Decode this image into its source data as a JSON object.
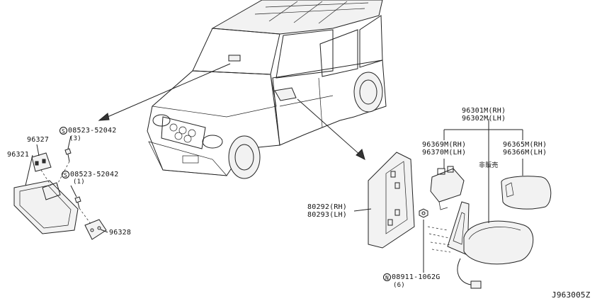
{
  "labels": {
    "mirror_inner_assy": "96321",
    "mirror_cover": "96327",
    "bolt_1_prefix": "S",
    "bolt_1_part": "08523-52042",
    "bolt_1_qty": "(3)",
    "bolt_2_prefix": "S",
    "bolt_2_part": "08523-52042",
    "bolt_2_qty": "(1)",
    "mirror_bracket": "96328",
    "outer_mirror_rh": "96301M(RH)",
    "outer_mirror_lh": "96302M(LH)",
    "actuator_rh": "96369M(RH)",
    "actuator_lh": "96370M(LH)",
    "glass_rh": "96365M(RH)",
    "glass_lh": "96366M(LH)",
    "not_for_sale": "非販売",
    "corner_finisher_rh": "80292(RH)",
    "corner_finisher_lh": "80293(LH)",
    "nut_prefix": "N",
    "nut_part": "08911-1062G",
    "nut_qty": "(6)",
    "diagram_code": "J963005Z"
  }
}
